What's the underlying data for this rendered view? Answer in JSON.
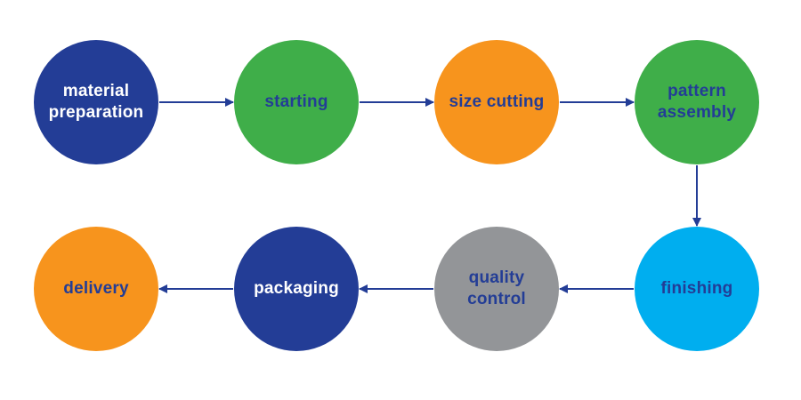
{
  "colors": {
    "dark_blue": "#233d96",
    "green": "#3fae49",
    "orange": "#f7941d",
    "cyan": "#00aeef",
    "gray": "#939598",
    "text_light": "#ffffff",
    "text_dark": "#233d96",
    "arrow": "#233d96"
  },
  "steps": [
    {
      "id": "material-preparation",
      "lines": [
        "material",
        "preparation"
      ],
      "fill": "#233d96",
      "text": "#ffffff"
    },
    {
      "id": "starting",
      "lines": [
        "starting"
      ],
      "fill": "#3fae49",
      "text": "#233d96"
    },
    {
      "id": "size-cutting",
      "lines": [
        "size cutting"
      ],
      "fill": "#f7941d",
      "text": "#233d96"
    },
    {
      "id": "pattern-assembly",
      "lines": [
        "pattern",
        "assembly"
      ],
      "fill": "#3fae49",
      "text": "#233d96"
    },
    {
      "id": "finishing",
      "lines": [
        "finishing"
      ],
      "fill": "#00aeef",
      "text": "#233d96"
    },
    {
      "id": "quality-control",
      "lines": [
        "quality",
        "control"
      ],
      "fill": "#939598",
      "text": "#233d96"
    },
    {
      "id": "packaging",
      "lines": [
        "packaging"
      ],
      "fill": "#233d96",
      "text": "#ffffff"
    },
    {
      "id": "delivery",
      "lines": [
        "delivery"
      ],
      "fill": "#f7941d",
      "text": "#233d96"
    }
  ]
}
